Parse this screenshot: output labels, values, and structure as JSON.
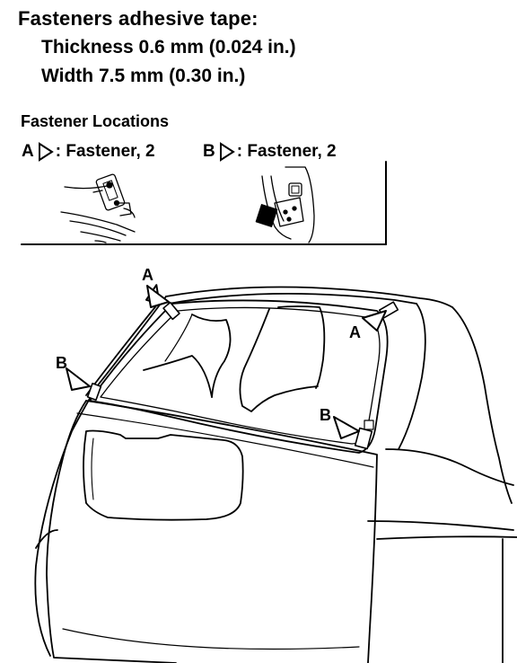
{
  "header": {
    "title": "Fasteners adhesive tape:",
    "thickness": "Thickness 0.6 mm (0.024 in.)",
    "width": "Width 7.5 mm (0.30 in.)"
  },
  "locations": {
    "title": "Fastener Locations",
    "legend_a_letter": "A",
    "legend_a_text": ": Fastener, 2",
    "legend_b_letter": "B",
    "legend_b_text": ": Fastener, 2"
  },
  "callouts": {
    "a_top_left": "A",
    "a_right": "A",
    "b_left": "B",
    "b_right": "B"
  },
  "icons": {
    "legend_marker": "outline-triangle-right-icon",
    "callout_marker": "outline-triangle-pointer-icon",
    "fastener_a_detail": "clip-fastener-detail",
    "fastener_b_detail": "block-fastener-detail"
  },
  "colors": {
    "ink": "#000000",
    "paper": "#ffffff"
  }
}
